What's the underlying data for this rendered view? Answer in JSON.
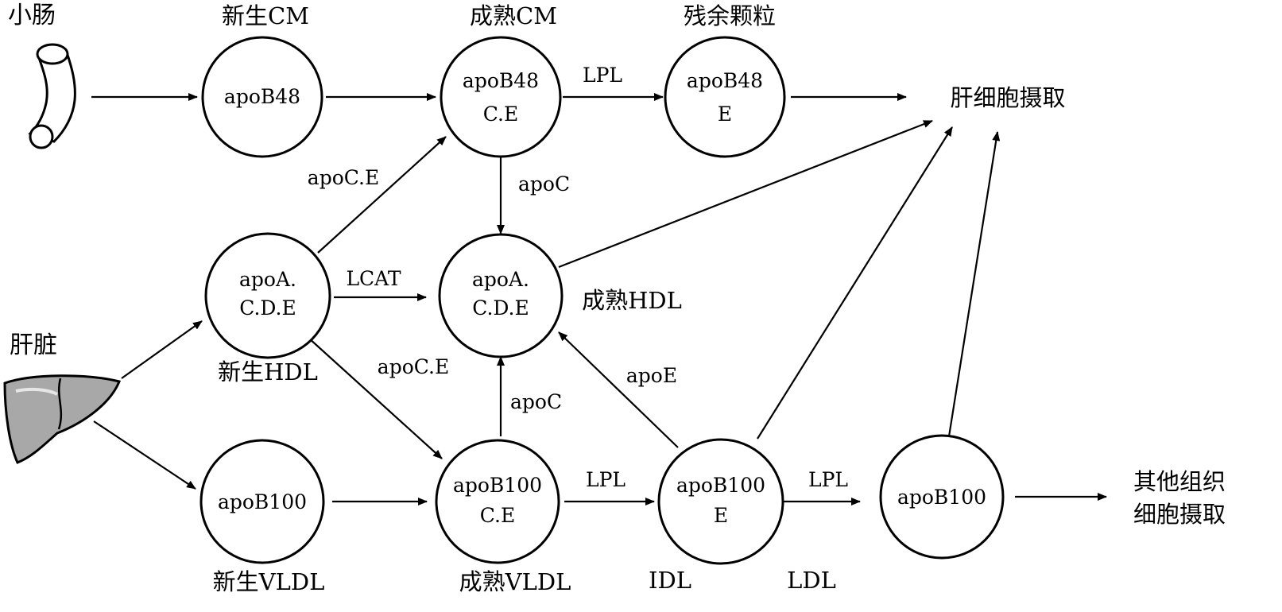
{
  "labels": {
    "intestine": "小肠",
    "liver": "肝脏",
    "nascent_cm": "新生CM",
    "mature_cm": "成熟CM",
    "remnant": "残余颗粒",
    "liver_uptake": "肝细胞摄取",
    "mature_hdl": "成熟HDL",
    "nascent_hdl": "新生HDL",
    "nascent_vldl": "新生VLDL",
    "mature_vldl": "成熟VLDL",
    "idl": "IDL",
    "ldl": "LDL",
    "other_uptake_1": "其他组织",
    "other_uptake_2": "细胞摄取"
  },
  "nodes": {
    "cm_nascent": [
      "apoB48"
    ],
    "cm_mature": [
      "apoB48",
      "C.E"
    ],
    "remnant": [
      "apoB48",
      "E"
    ],
    "hdl_nascent": [
      "apoA.",
      "C.D.E"
    ],
    "hdl_mature": [
      "apoA.",
      "C.D.E"
    ],
    "vldl_nascent": [
      "apoB100"
    ],
    "vldl_mature": [
      "apoB100",
      "C.E"
    ],
    "idl": [
      "apoB100",
      "E"
    ],
    "ldl": [
      "apoB100"
    ]
  },
  "edges": {
    "lpl_1": "LPL",
    "lpl_2": "LPL",
    "lpl_3": "LPL",
    "lcat": "LCAT",
    "apoce_up": "apoC.E",
    "apoce_down": "apoC.E",
    "apoc_down": "apoC",
    "apoc_up": "apoC",
    "apoe": "apoE"
  },
  "colors": {
    "line": "#000000",
    "liver_fill": "#a8a8a8",
    "background": "#ffffff"
  },
  "icons": {
    "intestine": "intestine-icon",
    "liver": "liver-icon"
  }
}
